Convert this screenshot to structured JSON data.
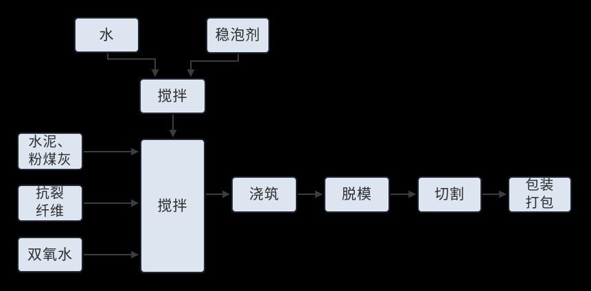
{
  "diagram": {
    "type": "flowchart",
    "background_color": "#000000",
    "node_fill_color": "#dde5f1",
    "node_border_color": "#1f2732",
    "node_text_color": "#2d2d2d",
    "arrow_color": "#3a3e44",
    "nodes": [
      {
        "id": "water",
        "label": "水"
      },
      {
        "id": "foam-stabilizer",
        "label": "稳泡剂"
      },
      {
        "id": "mixing-1",
        "label": "搅拌"
      },
      {
        "id": "mixing-2",
        "label": "搅拌"
      },
      {
        "id": "cement-flyash",
        "label": "水泥、\n粉煤灰"
      },
      {
        "id": "anticrack-fiber",
        "label": "抗裂\n纤维"
      },
      {
        "id": "hydrogen-peroxide",
        "label": "双氧水"
      },
      {
        "id": "casting",
        "label": "浇筑"
      },
      {
        "id": "demolding",
        "label": "脱模"
      },
      {
        "id": "cutting",
        "label": "切割"
      },
      {
        "id": "packaging",
        "label": "包装\n打包"
      }
    ],
    "edges": [
      {
        "from": "water",
        "to": "mixing-1"
      },
      {
        "from": "foam-stabilizer",
        "to": "mixing-1"
      },
      {
        "from": "mixing-1",
        "to": "mixing-2"
      },
      {
        "from": "cement-flyash",
        "to": "mixing-2"
      },
      {
        "from": "anticrack-fiber",
        "to": "mixing-2"
      },
      {
        "from": "hydrogen-peroxide",
        "to": "mixing-2"
      },
      {
        "from": "mixing-2",
        "to": "casting"
      },
      {
        "from": "casting",
        "to": "demolding"
      },
      {
        "from": "demolding",
        "to": "cutting"
      },
      {
        "from": "cutting",
        "to": "packaging"
      }
    ]
  }
}
